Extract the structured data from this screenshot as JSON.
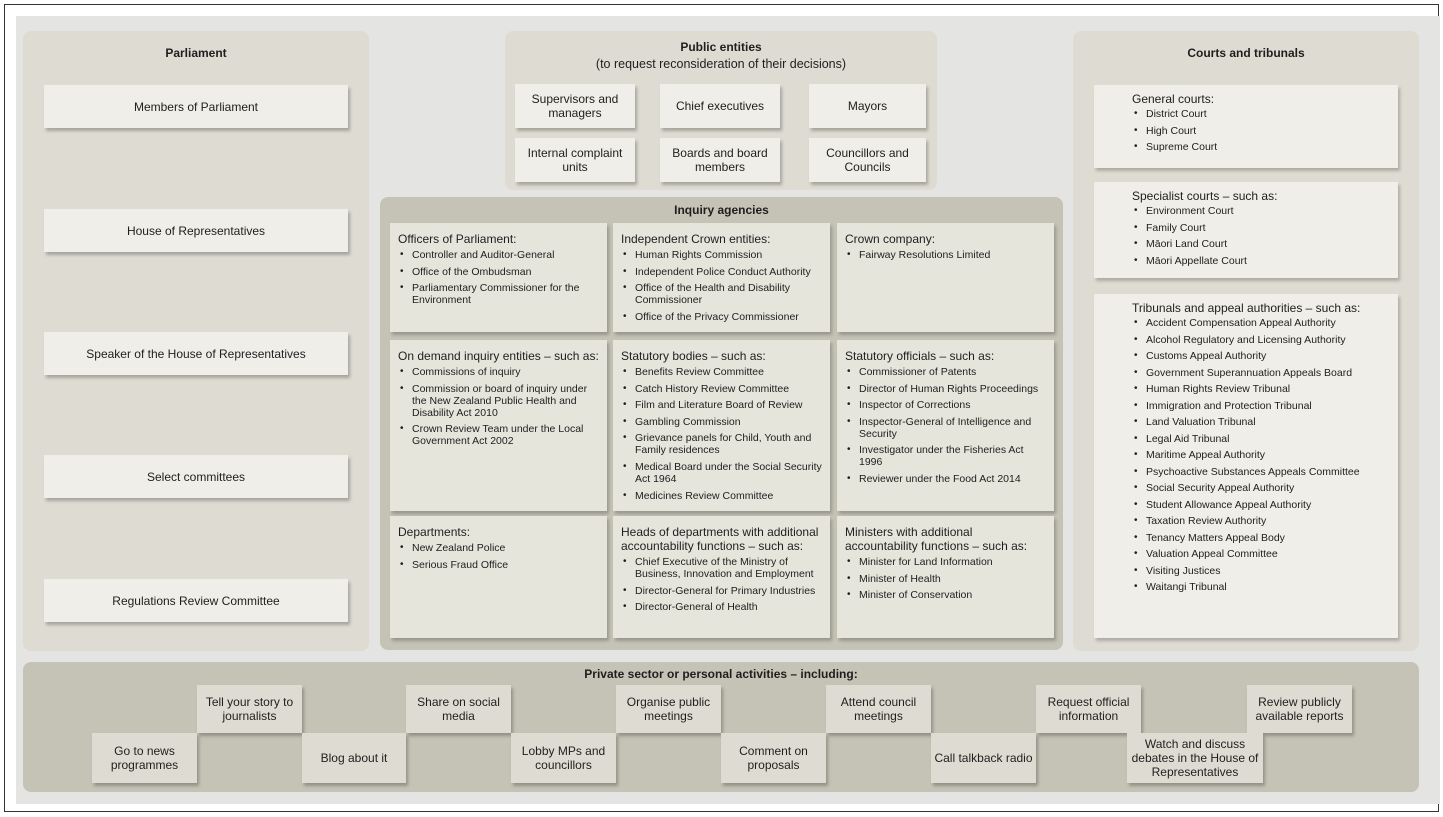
{
  "parliament": {
    "title": "Parliament",
    "items": [
      "Members of Parliament",
      "House of Representatives",
      "Speaker of the House of Representatives",
      "Select committees",
      "Regulations Review Committee"
    ]
  },
  "public_entities": {
    "title": "Public entities",
    "subtitle": "(to request reconsideration of their decisions)",
    "items": [
      "Supervisors and managers",
      "Chief executives",
      "Mayors",
      "Internal complaint units",
      "Boards and board members",
      "Councillors and Councils"
    ]
  },
  "inquiry": {
    "title": "Inquiry agencies",
    "cells": [
      {
        "heading": "Officers of Parliament:",
        "items": [
          "Controller and Auditor-General",
          "Office of the Ombudsman",
          "Parliamentary Commissioner for the Environment"
        ]
      },
      {
        "heading": "Independent Crown entities:",
        "items": [
          "Human Rights Commission",
          "Independent Police Conduct Authority",
          "Office of the Health and Disability Commissioner",
          "Office of the Privacy Commissioner"
        ]
      },
      {
        "heading": "Crown company:",
        "items": [
          "Fairway Resolutions Limited"
        ]
      },
      {
        "heading": "On demand inquiry entities – such as:",
        "items": [
          "Commissions of inquiry",
          "Commission or board of inquiry under the New Zealand Public Health and Disability Act 2010",
          "Crown Review Team under the Local Government Act 2002"
        ]
      },
      {
        "heading": "Statutory bodies – such as:",
        "items": [
          "Benefits Review Committee",
          "Catch History Review Committee",
          "Film and Literature Board of Review",
          "Gambling Commission",
          "Grievance panels for Child, Youth and Family residences",
          "Medical Board under the Social Security Act 1964",
          "Medicines Review Committee"
        ]
      },
      {
        "heading": "Statutory officials – such as:",
        "items": [
          "Commissioner of Patents",
          "Director of Human Rights Proceedings",
          "Inspector of Corrections",
          "Inspector-General of Intelligence and Security",
          "Investigator under the Fisheries Act 1996",
          "Reviewer under the Food Act 2014"
        ]
      },
      {
        "heading": "Departments:",
        "items": [
          "New Zealand Police",
          "Serious Fraud Office"
        ]
      },
      {
        "heading": "Heads of departments with additional accountability functions – such as:",
        "items": [
          "Chief Executive of the Ministry of Business, Innovation and Employment",
          "Director-General for Primary Industries",
          "Director-General of Health"
        ]
      },
      {
        "heading": "Ministers with additional accountability functions – such as:",
        "items": [
          "Minister for Land Information",
          "Minister of Health",
          "Minister of Conservation"
        ]
      }
    ]
  },
  "courts": {
    "title": "Courts and tribunals",
    "groups": [
      {
        "heading": "General courts:",
        "items": [
          "District Court",
          "High Court",
          "Supreme Court"
        ]
      },
      {
        "heading": "Specialist courts – such as:",
        "items": [
          "Environment Court",
          "Family Court",
          "Māori Land Court",
          "Māori Appellate Court"
        ]
      },
      {
        "heading": "Tribunals and appeal authorities – such as:",
        "items": [
          "Accident Compensation Appeal Authority",
          "Alcohol Regulatory and Licensing Authority",
          "Customs Appeal Authority",
          "Government Superannuation Appeals Board",
          "Human Rights Review Tribunal",
          "Immigration and Protection Tribunal",
          "Land Valuation Tribunal",
          "Legal Aid Tribunal",
          "Maritime Appeal Authority",
          "Psychoactive Substances Appeals Committee",
          "Social Security Appeal Authority",
          "Student Allowance Appeal Authority",
          "Taxation Review Authority",
          "Tenancy Matters Appeal Body",
          "Valuation Appeal Committee",
          "Visiting Justices",
          "Waitangi Tribunal"
        ]
      }
    ]
  },
  "private": {
    "title": "Private sector or personal activities – including:",
    "top": [
      "Tell your story to journalists",
      "Share on social media",
      "Organise public meetings",
      "Attend council meetings",
      "Request official information",
      "Review publicly available reports"
    ],
    "bottom": [
      "Go to news programmes",
      "Blog about it",
      "Lobby MPs and councillors",
      "Comment on proposals",
      "Call talkback radio",
      "Watch and discuss debates in the House of Representatives"
    ]
  },
  "colors": {
    "background": "#e4e4e2",
    "panel": "#dedcd2",
    "panel_dark": "#c5c3b5",
    "box": "#efeee9",
    "cell": "#e6e5dc"
  }
}
